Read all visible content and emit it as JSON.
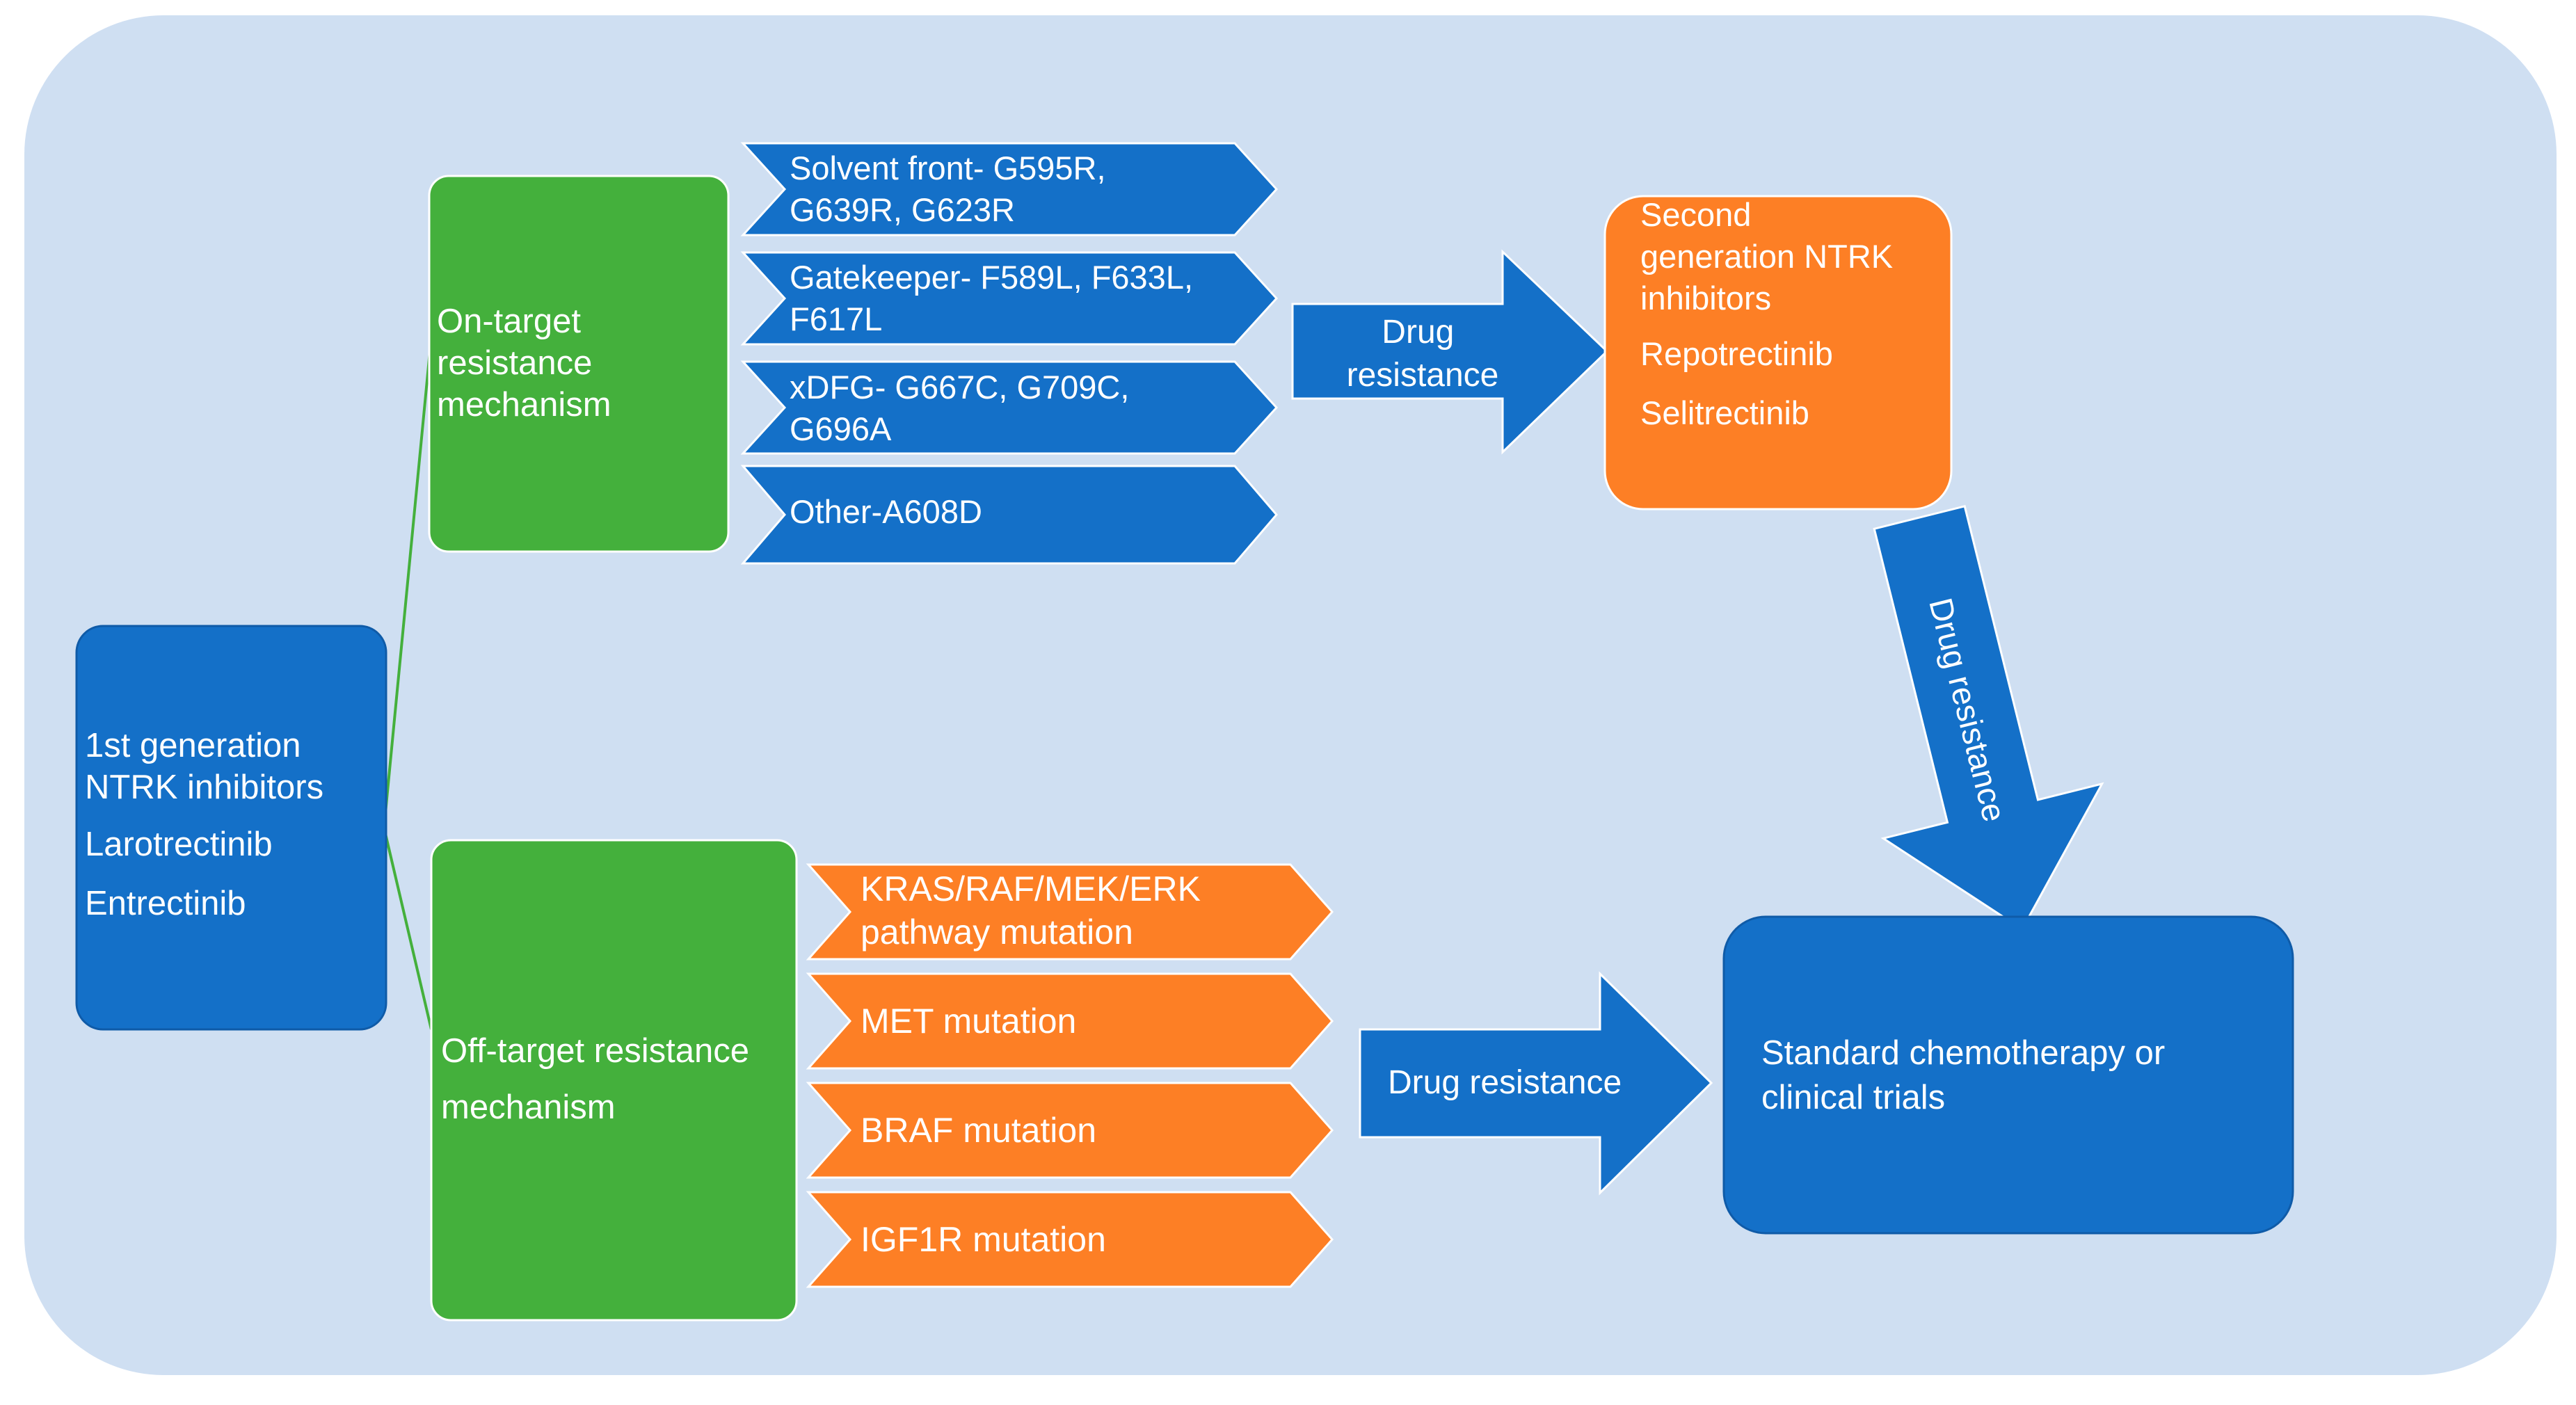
{
  "colors": {
    "background_panel": "#cfdff2",
    "blue": "#1470c8",
    "blue_border": "#0f5ba8",
    "green": "#44b03c",
    "orange": "#fd7f25",
    "white": "#ffffff",
    "connector": "#44b03c"
  },
  "first_gen": {
    "lines": [
      "1st generation",
      "NTRK inhibitors"
    ],
    "drug1": "Larotrectinib",
    "drug2": "Entrectinib"
  },
  "on_target": {
    "lines": [
      "On-target",
      "resistance",
      "mechanism"
    ]
  },
  "off_target": {
    "line1": "Off-target resistance",
    "line2": "mechanism"
  },
  "on_target_mutations": [
    {
      "lines": [
        "Solvent front- G595R,",
        "G639R, G623R"
      ]
    },
    {
      "lines": [
        "Gatekeeper- F589L, F633L,",
        "F617L"
      ]
    },
    {
      "lines": [
        "xDFG- G667C, G709C,",
        "G696A"
      ]
    },
    {
      "lines": [
        "Other-A608D"
      ]
    }
  ],
  "off_target_mutations": [
    {
      "lines": [
        "KRAS/RAF/MEK/ERK",
        "pathway mutation"
      ]
    },
    {
      "lines": [
        "MET mutation"
      ]
    },
    {
      "lines": [
        "BRAF mutation"
      ]
    },
    {
      "lines": [
        "IGF1R mutation"
      ]
    }
  ],
  "arrow_top": {
    "lines": [
      "Drug",
      "resistance"
    ]
  },
  "arrow_bottom": {
    "label": "Drug resistance"
  },
  "arrow_diagonal": {
    "label": "Drug resistance"
  },
  "second_gen": {
    "lines": [
      "Second",
      "generation NTRK",
      "inhibitors"
    ],
    "drug1": "Repotrectinib",
    "drug2": "Selitrectinib"
  },
  "outcome": {
    "lines": [
      "Standard chemotherapy or",
      "clinical trials"
    ]
  }
}
